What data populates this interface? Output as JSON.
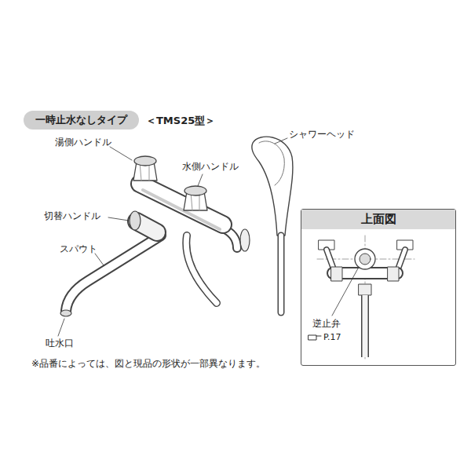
{
  "diagram": {
    "nodes": [
      {
        "text": [
          "一時止水なしタイプ"
        ]
      },
      {
        "text": [
          "上面図"
        ]
      }
    ],
    "labels": [
      "＜TMS25型＞",
      "湯側ハンドル",
      "水側ハンドル",
      "シャワーヘッド",
      "切替ハンドル",
      "スパウト",
      "吐水口",
      "逆止弁",
      "P.17",
      "※品番によっては、図と現品の形状が一部異なります。"
    ]
  }
}
